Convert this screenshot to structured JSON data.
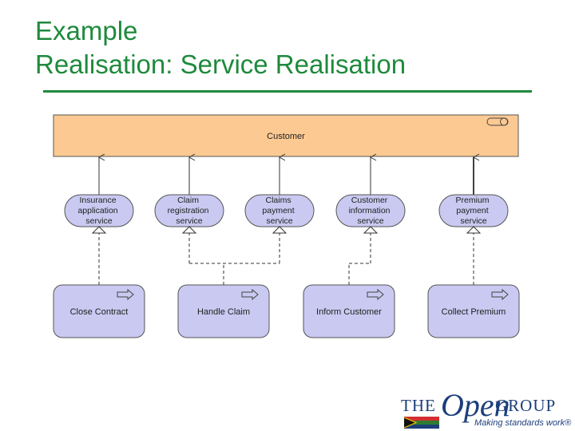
{
  "title": {
    "line1": "Example",
    "line2": "Realisation: Service Realisation"
  },
  "customer": {
    "label": "Customer"
  },
  "services": [
    {
      "id": "insurance",
      "lines": [
        "Insurance",
        "application",
        "service"
      ]
    },
    {
      "id": "claim-registration",
      "lines": [
        "Claim",
        "registration",
        "service"
      ]
    },
    {
      "id": "claims-payment",
      "lines": [
        "Claims",
        "payment",
        "service"
      ]
    },
    {
      "id": "customer-information",
      "lines": [
        "Customer",
        "information",
        "service"
      ]
    },
    {
      "id": "premium-payment",
      "lines": [
        "Premium",
        "payment",
        "service"
      ]
    }
  ],
  "processes": [
    {
      "id": "close-contract",
      "label": "Close Contract"
    },
    {
      "id": "handle-claim",
      "label": "Handle Claim"
    },
    {
      "id": "inform-customer",
      "label": "Inform Customer"
    },
    {
      "id": "collect-premium",
      "label": "Collect Premium"
    }
  ],
  "realisations": [
    {
      "from": "close-contract",
      "to": "insurance"
    },
    {
      "from": "handle-claim",
      "to": "claim-registration"
    },
    {
      "from": "handle-claim",
      "to": "claims-payment"
    },
    {
      "from": "inform-customer",
      "to": "customer-information"
    },
    {
      "from": "collect-premium",
      "to": "premium-payment"
    }
  ],
  "colors": {
    "title": "#1e8a3c",
    "actor_fill": "#fcc992",
    "service_fill": "#c9c9f1",
    "process_fill": "#c9c9f1",
    "stroke": "#555555"
  },
  "logo": {
    "the": "THE",
    "open": "Open",
    "group": "GROUP",
    "tagline": "Making standards work®"
  }
}
